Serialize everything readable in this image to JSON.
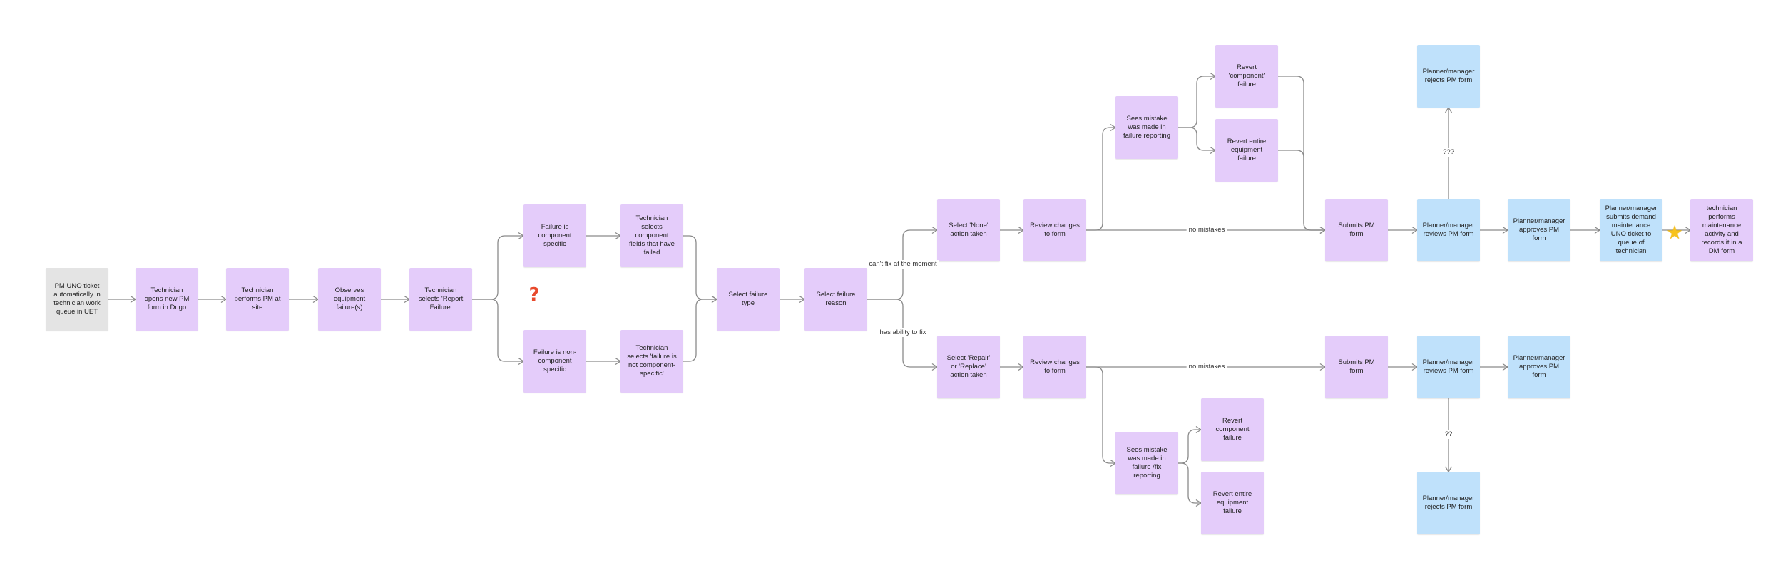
{
  "nodes": {
    "n1": "PM UNO ticket automatically in technician work queue in UET",
    "n2": "Technician opens new PM form in Dugo",
    "n3": "Technician performs PM at site",
    "n4": "Observes equipment failure(s)",
    "n5": "Technician selects 'Report Failure'",
    "n6": "Failure is component specific",
    "n7": "Failure is non-component specific",
    "n8": "Technician selects component fields that have failed",
    "n9": "Technician selects 'failure is not component-specific'",
    "n10": "Select failure type",
    "n11": "Select failure reason",
    "n12": "Select 'None' action taken",
    "n13": "Select 'Repair' or 'Replace' action taken",
    "n14": "Review changes to form",
    "n15": "Review changes to form",
    "n16": "Sees mistake was made in failure reporting",
    "n17": "Revert 'component' failure",
    "n18": "Revert entire equipment failure",
    "n19": "Submits PM form",
    "n20": "Submits PM form",
    "n21": "Sees mistake was made in failure /fix reporting",
    "n22": "Revert 'component' failure",
    "n23": "Revert entire equipment failure",
    "n24": "Planner/manager rejects PM form",
    "n25": "Planner/manager reviews PM form",
    "n26": "Planner/manager approves PM form",
    "n27": "Planner/manager submits demand maintenance UNO ticket to queue of technician",
    "n28": "technician performs maintenance activity and records it in a DM form",
    "n29": "Planner/manager reviews PM form",
    "n30": "Planner/manager approves PM form",
    "n31": "Planner/manager rejects PM form"
  },
  "edge_labels": {
    "cant_fix": "can't fix at the moment",
    "has_ability": "has ability to fix",
    "no_mistakes_top": "no mistakes",
    "no_mistakes_bottom": "no mistakes",
    "q_top": "???",
    "q_bottom": "??"
  },
  "icons": {
    "question": "?",
    "star": "★"
  },
  "colors": {
    "gray": "#e4e4e4",
    "purple": "#e4ccfa",
    "blue": "#bfe1fb",
    "edge": "#8a8a8a"
  }
}
